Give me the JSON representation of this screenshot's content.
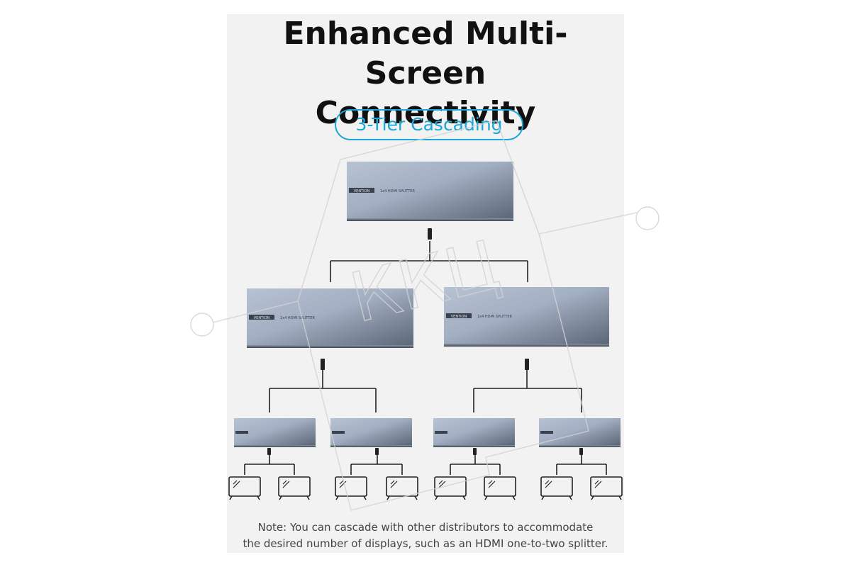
{
  "title": {
    "line1": "Enhanced Multi-Screen",
    "line2": "Connectivity"
  },
  "tag": "3-Tier Cascading",
  "device": {
    "brand": "VENTION",
    "model": "1x4 HDMI SPLITTER"
  },
  "note": {
    "line1": "Note: You can cascade with other distributors to accommodate",
    "line2": "the desired number of displays, such as an HDMI one-to-two splitter."
  },
  "watermark": {
    "text": "ККЦ"
  },
  "colors": {
    "accent": "#19a7d8",
    "device_light": "#a9b5c8",
    "device_dark": "#5f6a7c",
    "line": "#222222"
  }
}
